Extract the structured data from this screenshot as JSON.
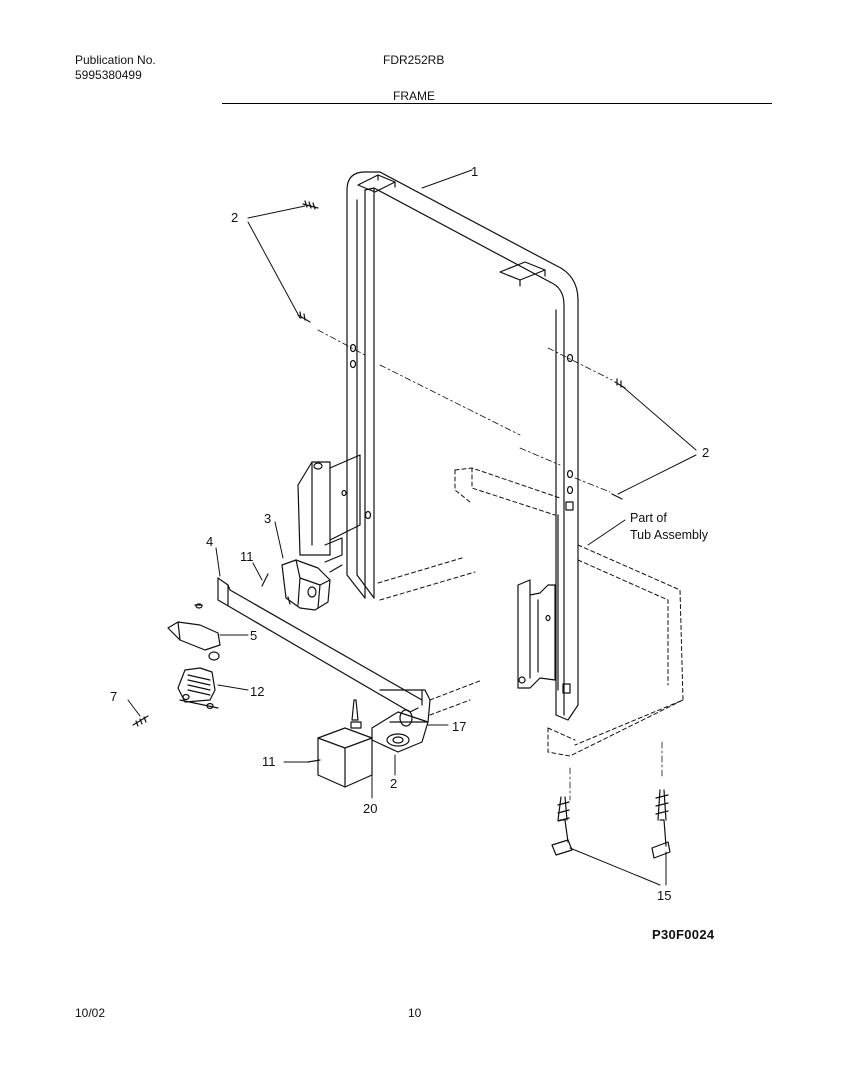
{
  "header": {
    "publication_label": "Publication No.",
    "publication_number": "5995380499",
    "model": "FDR252RB",
    "section_title": "FRAME"
  },
  "diagram": {
    "callouts": [
      "1",
      "2",
      "2",
      "3",
      "4",
      "11",
      "5",
      "7",
      "12",
      "11",
      "2",
      "17",
      "20",
      "15"
    ],
    "note": [
      "Part of",
      "Tub Assembly"
    ],
    "diagram_id": "P30F0024"
  },
  "footer": {
    "date": "10/02",
    "page_number": "10"
  }
}
